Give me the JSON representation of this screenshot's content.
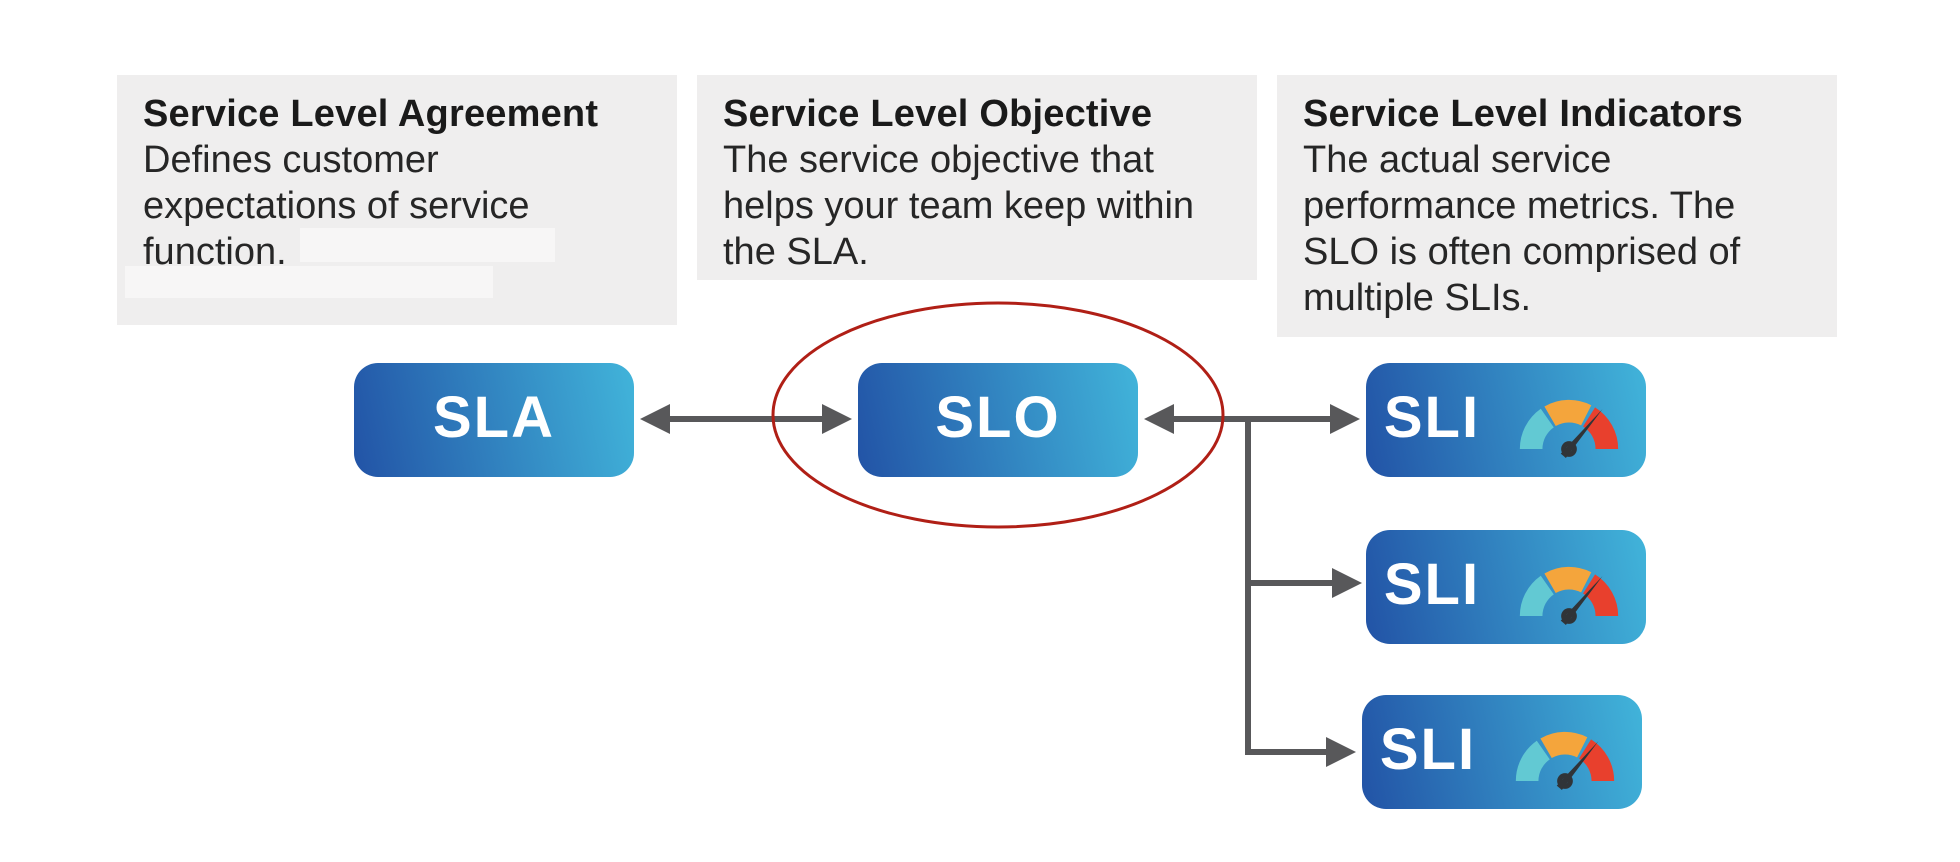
{
  "descriptions": [
    {
      "id": "sla",
      "title": "Service Level Agreement",
      "lines": [
        "Defines customer",
        "expectations of service",
        "function."
      ]
    },
    {
      "id": "slo",
      "title": "Service Level Objective",
      "lines": [
        "The service objective that",
        "helps your team keep within",
        "the SLA."
      ]
    },
    {
      "id": "sli",
      "title": "Service Level Indicators",
      "lines": [
        "The actual service",
        "performance metrics. The",
        "SLO is often comprised of",
        "multiple SLIs."
      ]
    }
  ],
  "nodes": {
    "sla": {
      "label": "SLA"
    },
    "slo": {
      "label": "SLO"
    },
    "sli1": {
      "label": "SLI"
    },
    "sli2": {
      "label": "SLI"
    },
    "sli3": {
      "label": "SLI"
    }
  },
  "icons": {
    "gauge": "gauge-meter-icon",
    "arrow_double": "double-headed-arrow",
    "arrow_single": "right-arrow"
  },
  "annotations": {
    "highlight": "red-ellipse-around-slo"
  },
  "colors": {
    "node_gradient_start": "#2253a6",
    "node_gradient_end": "#41b4da",
    "node_text": "#ffffff",
    "connector_gray": "#58585a",
    "highlight_ellipse_red": "#b01f16",
    "gauge_teal": "#62c9d3",
    "gauge_orange": "#f4a53c",
    "gauge_red": "#e8402d",
    "gauge_needle": "#303438",
    "desc_box_bg": "#efeeee",
    "redact_bg": "#f7f6f6"
  }
}
